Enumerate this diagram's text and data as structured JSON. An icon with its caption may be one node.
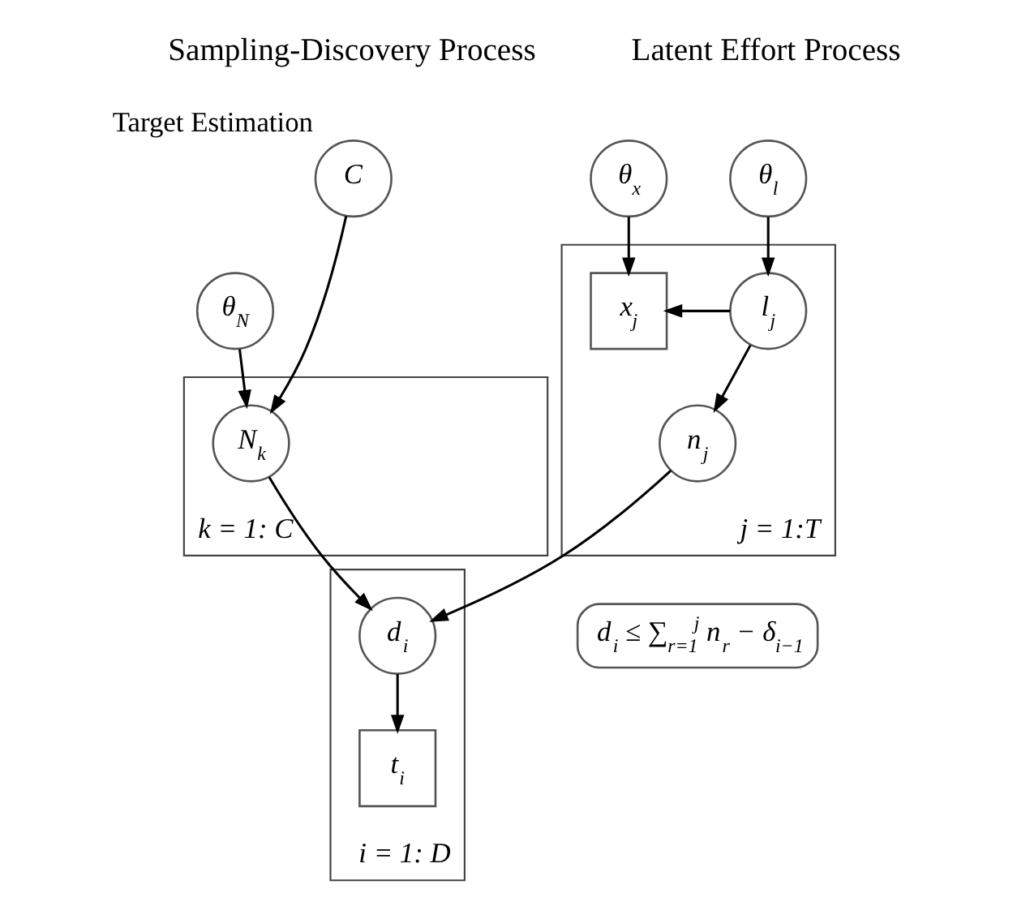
{
  "diagram": {
    "nodes": [
      {
        "text": [
          "C"
        ],
        "beside": [
          "Target Estimation"
        ]
      },
      {
        "text": [
          "θ$_{l}$"
        ]
      },
      {
        "text": [
          "θ$_{x}$"
        ]
      },
      {
        "text": [
          "θ$_{N}$"
        ]
      },
      {
        "text": [
          "k = 1: C"
        ]
      },
      {
        "text": [
          "N$_{k}$"
        ],
        "in": 4
      },
      {
        "text": [
          "j = 1:T"
        ]
      },
      {
        "text": [
          "l$_{j}$"
        ],
        "in": 6
      },
      {
        "text": [
          "x$_{j}$"
        ],
        "in": 6
      },
      {
        "text": [
          "n$_{j}$"
        ],
        "in": 6
      },
      {
        "text": [
          "i = 1: D"
        ]
      },
      {
        "text": [
          "d$_{i}$"
        ],
        "in": 10
      },
      {
        "text": [
          "t$_{i}$"
        ],
        "in": 10
      },
      {
        "text": [
          "d$_{i}$ ≤ ∑$_{r=1}$$^{j}$ n$_{r}$ − δ$_{i−1}$"
        ]
      }
    ],
    "edges": [
      {
        "from": 0,
        "to": 5,
        "arrow": "to"
      },
      {
        "from": 3,
        "to": 5,
        "arrow": "to"
      },
      {
        "from": 1,
        "to": 7,
        "arrow": "to"
      },
      {
        "from": 2,
        "to": 8,
        "arrow": "to"
      },
      {
        "from": 7,
        "to": 8,
        "arrow": "to"
      },
      {
        "from": 7,
        "to": 9,
        "arrow": "to"
      },
      {
        "from": 5,
        "to": 11,
        "arrow": "to"
      },
      {
        "from": 9,
        "to": 11,
        "arrow": "to"
      },
      {
        "from": 11,
        "to": 12,
        "arrow": "to"
      }
    ],
    "labels": [
      "Sampling-Discovery Process",
      "Latent Effort Process"
    ]
  }
}
